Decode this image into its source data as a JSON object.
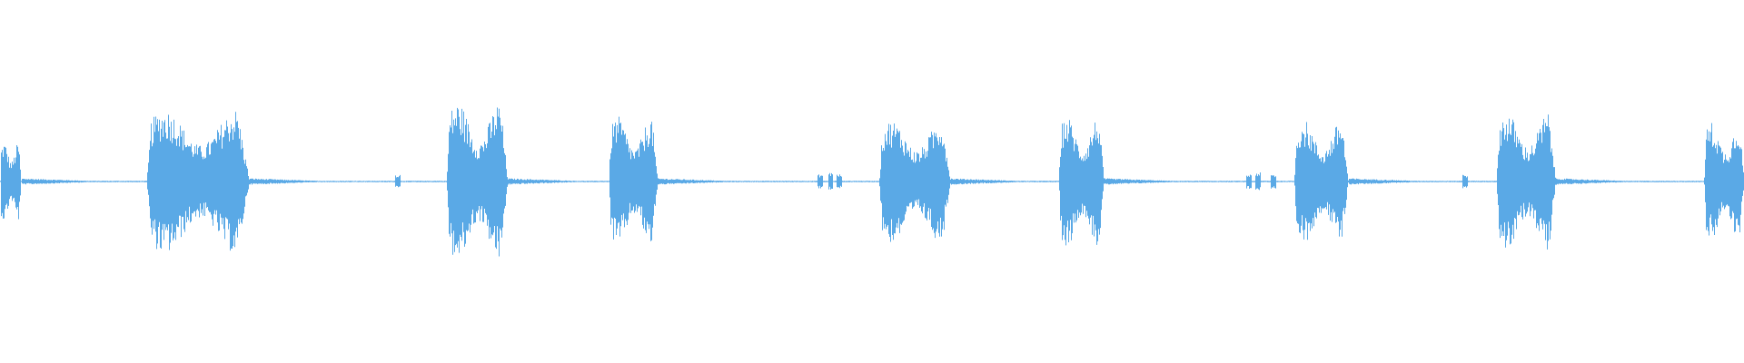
{
  "waveform": {
    "color": "#5aa9e6",
    "background": "#ffffff",
    "bursts": [
      {
        "start": 0.0,
        "end": 0.012,
        "peak": 0.22
      },
      {
        "start": 0.084,
        "end": 0.143,
        "peak": 0.4
      },
      {
        "start": 0.256,
        "end": 0.291,
        "peak": 0.44
      },
      {
        "start": 0.349,
        "end": 0.377,
        "peak": 0.36
      },
      {
        "start": 0.504,
        "end": 0.545,
        "peak": 0.34
      },
      {
        "start": 0.607,
        "end": 0.633,
        "peak": 0.36
      },
      {
        "start": 0.742,
        "end": 0.773,
        "peak": 0.34
      },
      {
        "start": 0.858,
        "end": 0.892,
        "peak": 0.38
      },
      {
        "start": 0.977,
        "end": 1.0,
        "peak": 0.33
      }
    ],
    "ticks": [
      {
        "pos": 0.228,
        "peak": 0.04
      },
      {
        "pos": 0.47,
        "peak": 0.04
      },
      {
        "pos": 0.476,
        "peak": 0.05
      },
      {
        "pos": 0.481,
        "peak": 0.04
      },
      {
        "pos": 0.716,
        "peak": 0.04
      },
      {
        "pos": 0.721,
        "peak": 0.05
      },
      {
        "pos": 0.73,
        "peak": 0.04
      },
      {
        "pos": 0.84,
        "peak": 0.04
      }
    ]
  }
}
